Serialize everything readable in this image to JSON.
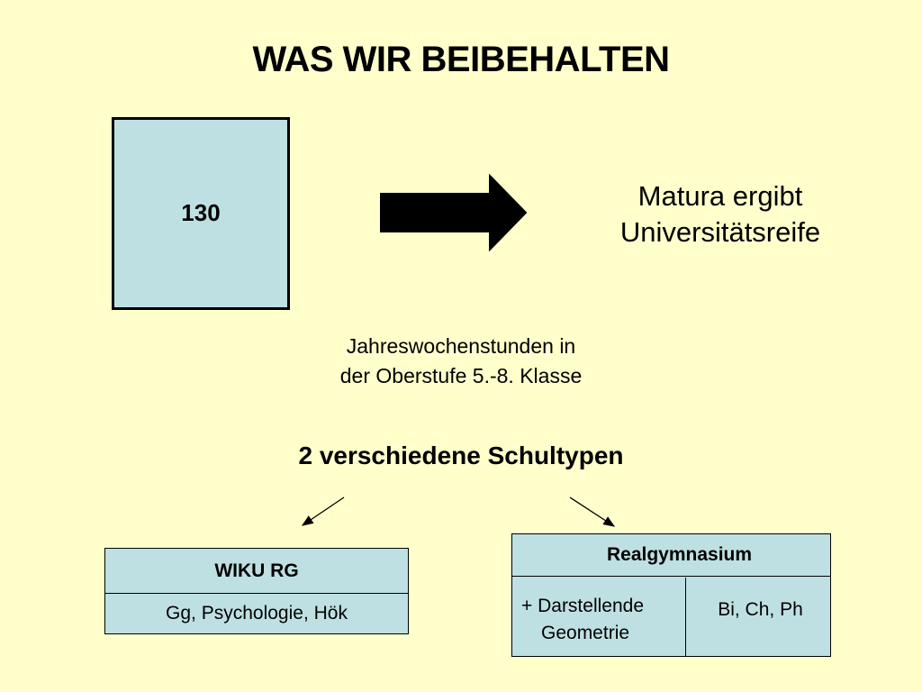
{
  "slide": {
    "title": "WAS WIR BEIBEHALTEN",
    "hours_box": {
      "value": "130"
    },
    "result": {
      "line1": "Matura ergibt",
      "line2": "Universitätsreife"
    },
    "hours_caption": {
      "line1": "Jahreswochenstunden in",
      "line2": "der Oberstufe 5.-8. Klasse"
    },
    "types_heading": "2 verschiedene Schultypen",
    "wiku": {
      "header": "WIKU RG",
      "subjects": "Gg, Psychologie, Hök"
    },
    "realgymnasium": {
      "header": "Realgymnasium",
      "option_a_line1": "+ Darstellende",
      "option_a_line2": "Geometrie",
      "option_b": "Bi, Ch, Ph"
    }
  },
  "colors": {
    "background": "#FFFFCC",
    "box_fill": "#BFE0E2",
    "ink": "#000000"
  }
}
